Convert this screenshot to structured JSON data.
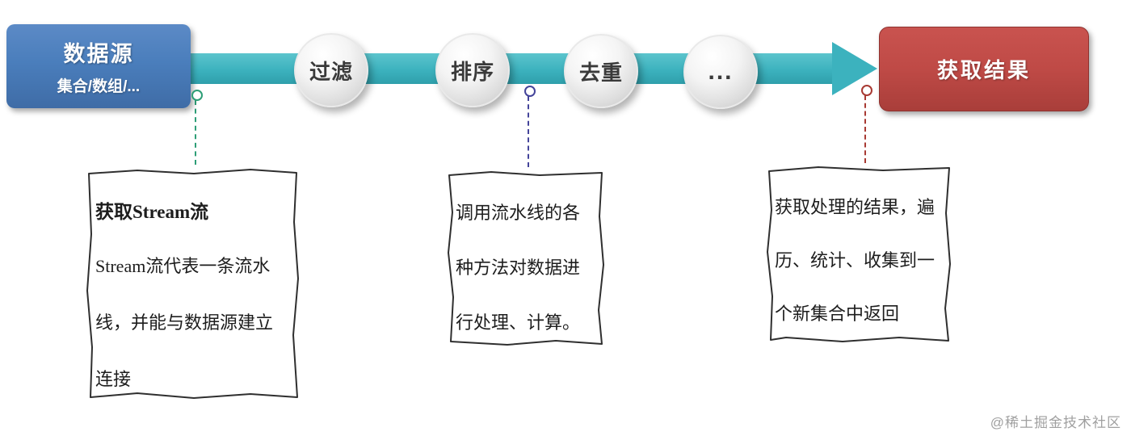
{
  "pipeline": {
    "source": {
      "title": "数据源",
      "subtitle": "集合/数组/...",
      "color": "#4a7ebc"
    },
    "stages": [
      {
        "label": "过滤"
      },
      {
        "label": "排序"
      },
      {
        "label": "去重"
      },
      {
        "label": "..."
      }
    ],
    "result": {
      "title": "获取结果",
      "color": "#bf4a46"
    },
    "arrow_color": "#3cb2be"
  },
  "notes": [
    {
      "title": "获取Stream流",
      "lines": [
        "Stream流代表一条流水",
        "线，并能与数据源建立",
        "连接"
      ],
      "connector_color": "#2e9e77"
    },
    {
      "lines": [
        "调用流水线的各",
        "种方法对数据进",
        "行处理、计算。"
      ],
      "connector_color": "#44449a"
    },
    {
      "lines": [
        "获取处理的结果，遍",
        "历、统计、收集到一",
        "个新集合中返回"
      ],
      "connector_color": "#a83a33"
    }
  ],
  "watermark": "@稀土掘金技术社区"
}
